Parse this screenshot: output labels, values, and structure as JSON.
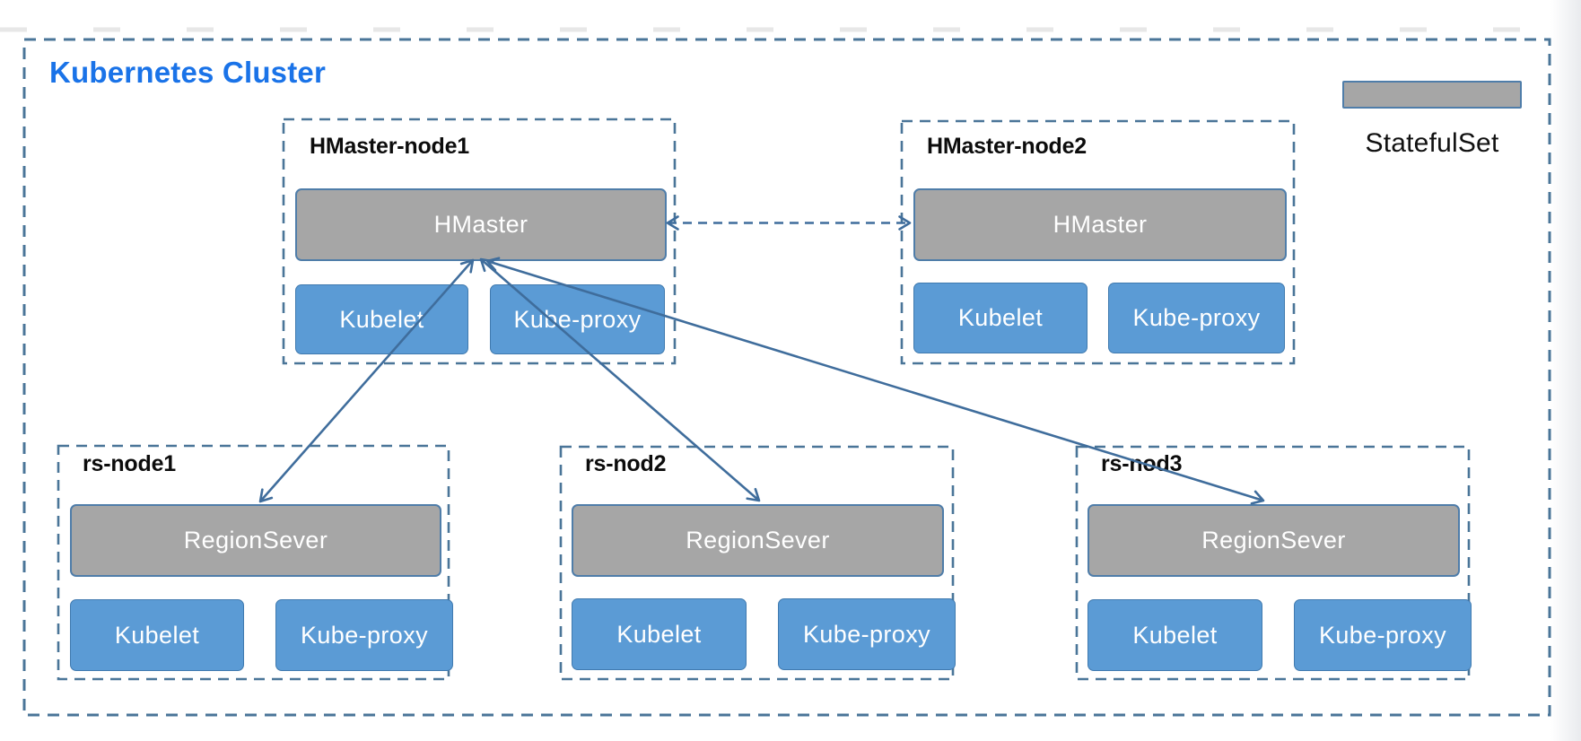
{
  "diagram": {
    "title": "Kubernetes Cluster",
    "legend": {
      "label": "StatefulSet"
    },
    "nodes": [
      {
        "title": "HMaster-node1",
        "main": "HMaster",
        "pods": [
          "Kubelet",
          "Kube-proxy"
        ]
      },
      {
        "title": "HMaster-node2",
        "main": "HMaster",
        "pods": [
          "Kubelet",
          "Kube-proxy"
        ]
      },
      {
        "title": "rs-node1",
        "main": "RegionSever",
        "pods": [
          "Kubelet",
          "Kube-proxy"
        ]
      },
      {
        "title": "rs-nod2",
        "main": "RegionSever",
        "pods": [
          "Kubelet",
          "Kube-proxy"
        ]
      },
      {
        "title": "rs-nod3",
        "main": "RegionSever",
        "pods": [
          "Kubelet",
          "Kube-proxy"
        ]
      }
    ],
    "edges": [
      {
        "from": "HMaster-node1/HMaster",
        "to": "HMaster-node2/HMaster",
        "style": "dashed",
        "direction": "both"
      },
      {
        "from": "HMaster-node1/HMaster",
        "to": "rs-node1/RegionSever",
        "style": "solid",
        "direction": "both"
      },
      {
        "from": "HMaster-node1/HMaster",
        "to": "rs-nod2/RegionSever",
        "style": "solid",
        "direction": "both"
      },
      {
        "from": "HMaster-node1/HMaster",
        "to": "rs-nod3/RegionSever",
        "style": "solid",
        "direction": "both"
      }
    ],
    "colors": {
      "title_blue": "#1a73e8",
      "box_gray": "#a6a6a6",
      "box_blue": "#5b9bd5",
      "dashed_border_blue": "#4a7598",
      "arrow_blue": "#3f6d9c"
    }
  }
}
